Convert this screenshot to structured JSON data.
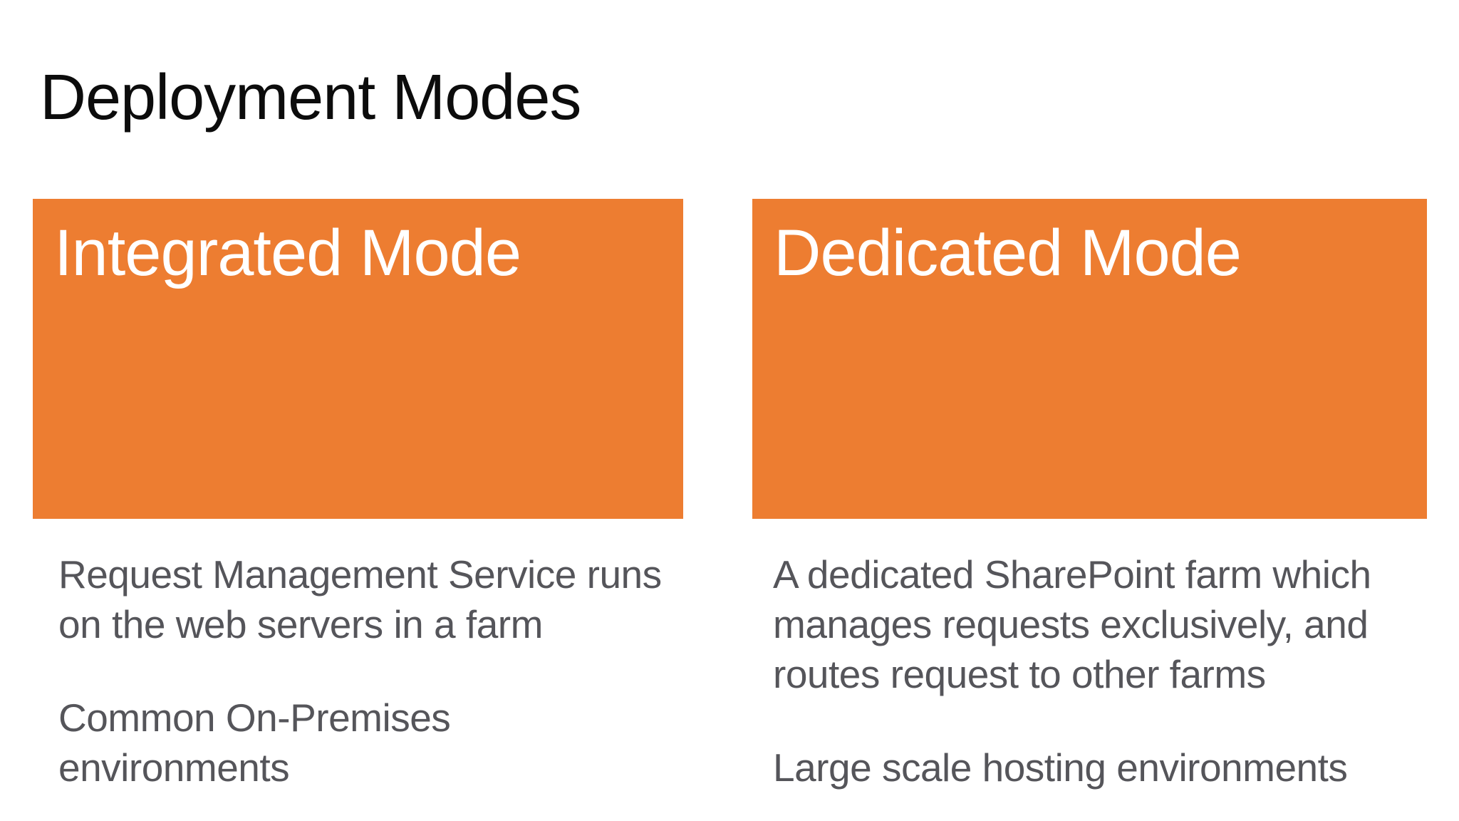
{
  "slide": {
    "title": "Deployment Modes",
    "colors": {
      "accent_orange": "#ED7D31",
      "background": "#FFFFFF",
      "title_text": "#0C0C0C",
      "body_text": "#55555A",
      "box_text": "#FFFFFF"
    },
    "columns": [
      {
        "header": "Integrated Mode",
        "body": "Request Management Service runs\non the web servers in a farm",
        "footer": "Common On-Premises\nenvironments"
      },
      {
        "header": "Dedicated Mode",
        "body": "A dedicated SharePoint farm which\nmanages requests exclusively, and\nroutes request to other farms",
        "footer": "Large scale hosting environments"
      }
    ]
  }
}
